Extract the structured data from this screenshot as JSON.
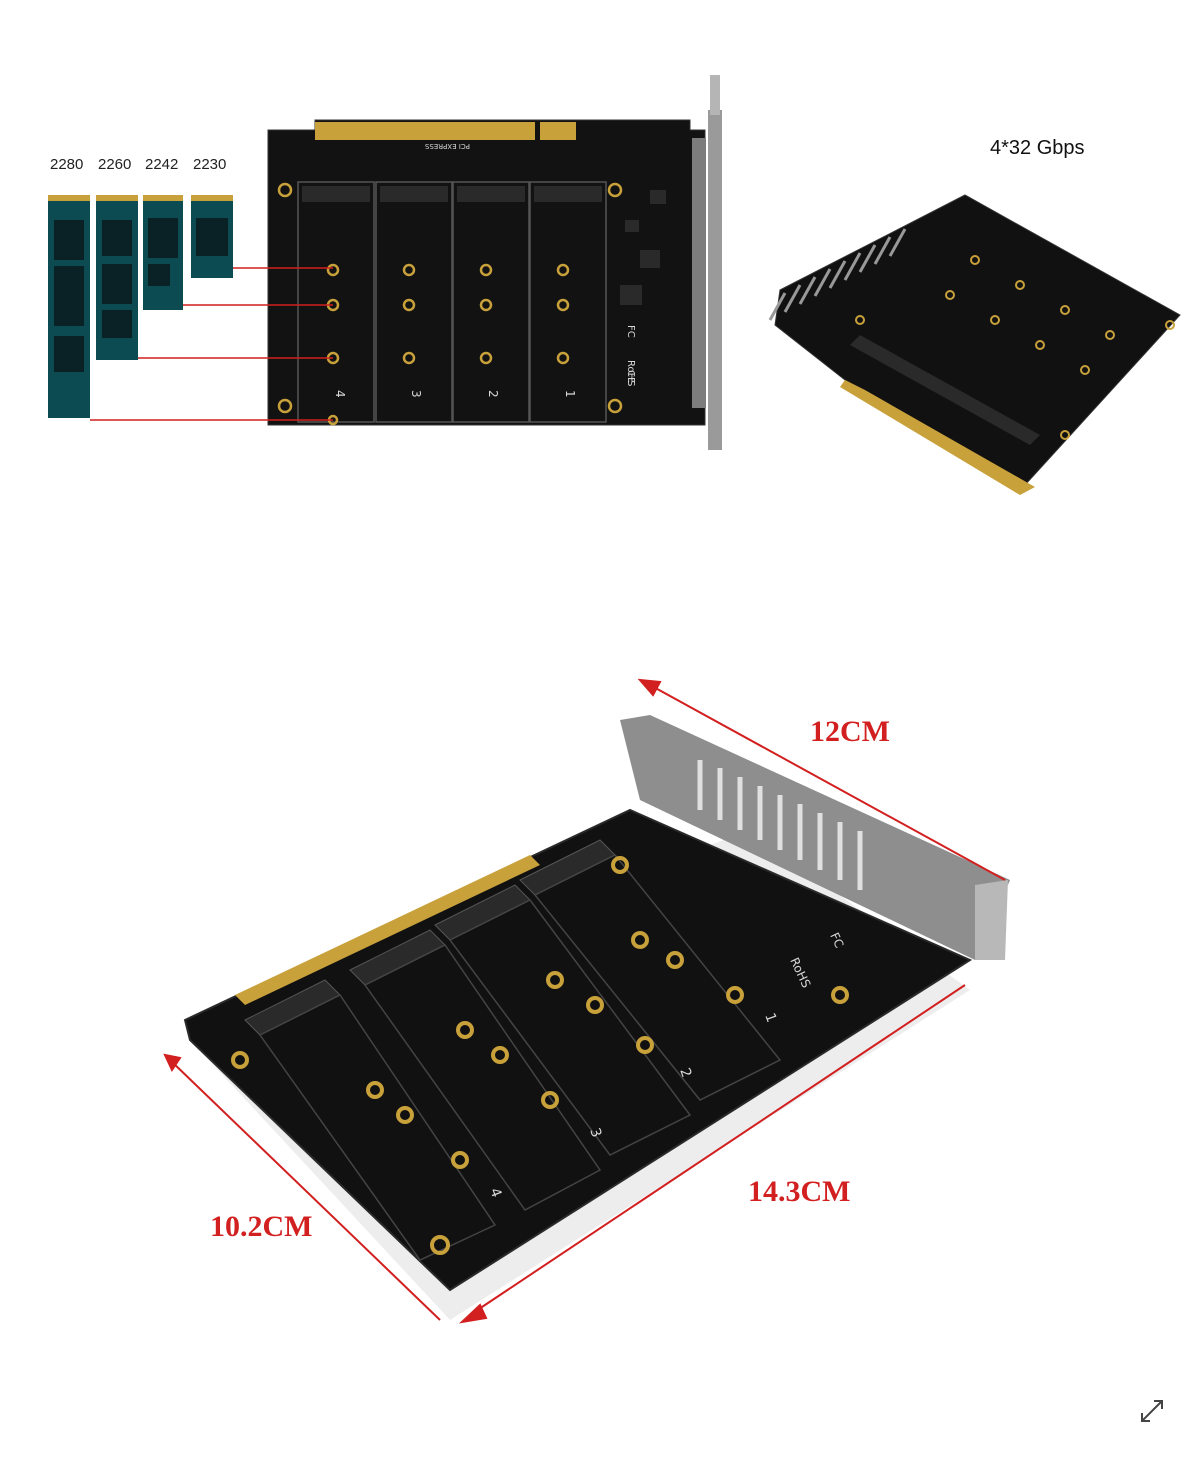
{
  "ssd_sizes": [
    "2280",
    "2260",
    "2242",
    "2230"
  ],
  "speed_label": "4*32 Gbps",
  "dimensions": {
    "length": "12CM",
    "width": "14.3CM",
    "depth": "10.2CM"
  },
  "slot_numbers": [
    "4",
    "3",
    "2",
    "1"
  ],
  "pcb_marks": {
    "rohs": "RoHS",
    "fc": "FC",
    "ce": "CE",
    "pci_express": "PCI EXPRESS"
  },
  "icons": {
    "expand": "expand-icon"
  },
  "colors": {
    "dimension_red": "#d21f1f",
    "ssd_teal": "#0d4b52",
    "pcb_black": "#111111",
    "gold": "#c9a13b"
  }
}
